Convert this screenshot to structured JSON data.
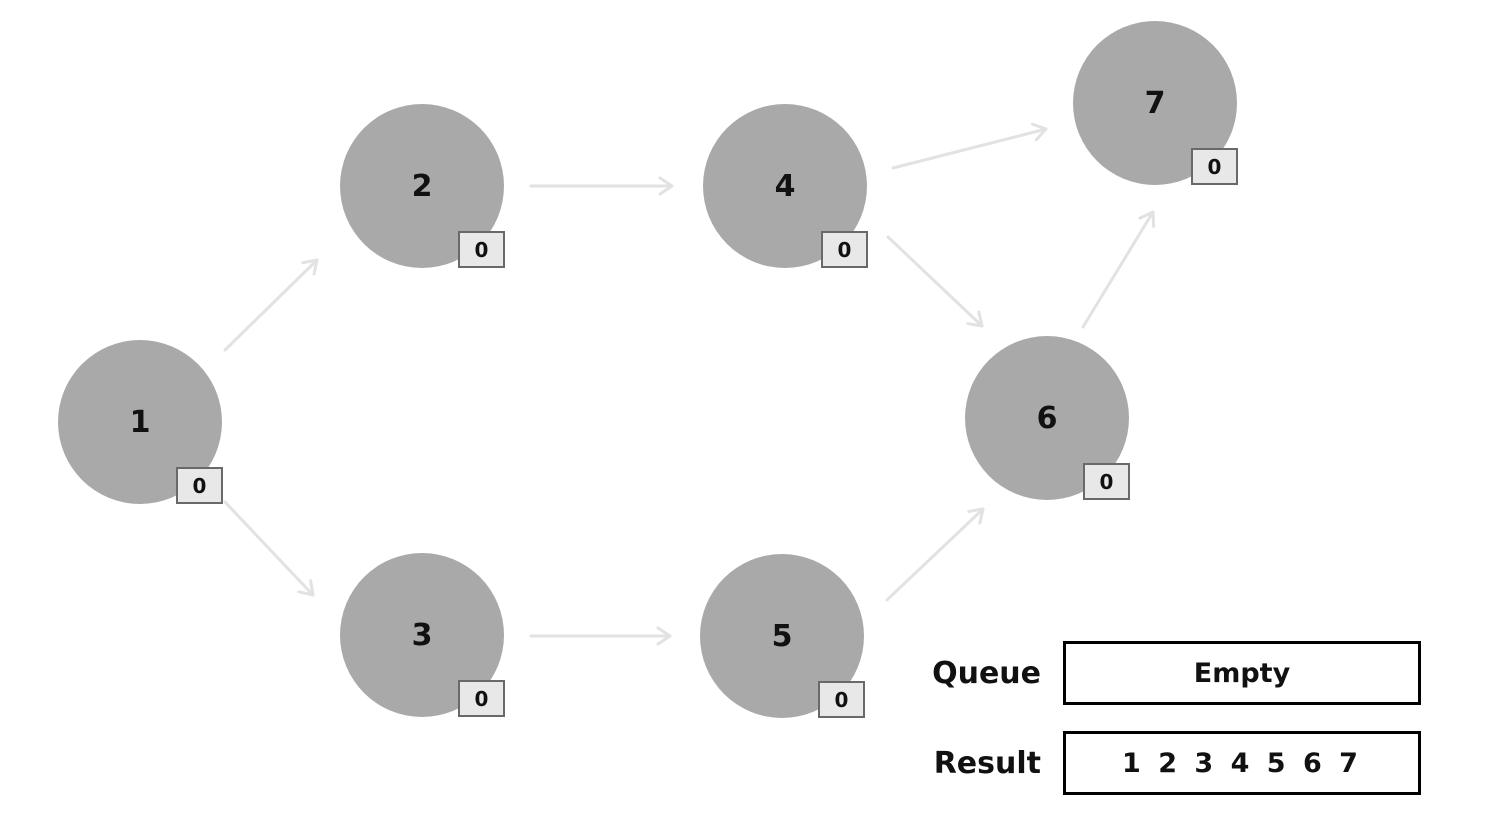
{
  "nodes": [
    {
      "label": "1",
      "badge": "0"
    },
    {
      "label": "2",
      "badge": "0"
    },
    {
      "label": "3",
      "badge": "0"
    },
    {
      "label": "4",
      "badge": "0"
    },
    {
      "label": "5",
      "badge": "0"
    },
    {
      "label": "6",
      "badge": "0"
    },
    {
      "label": "7",
      "badge": "0"
    }
  ],
  "edges": [
    {
      "from": "1",
      "to": "2"
    },
    {
      "from": "1",
      "to": "3"
    },
    {
      "from": "2",
      "to": "4"
    },
    {
      "from": "3",
      "to": "5"
    },
    {
      "from": "4",
      "to": "7"
    },
    {
      "from": "4",
      "to": "6"
    },
    {
      "from": "5",
      "to": "6"
    },
    {
      "from": "6",
      "to": "7"
    }
  ],
  "queue": {
    "label": "Queue",
    "value": "Empty"
  },
  "result": {
    "label": "Result",
    "value": "1 2 3 4 5 6 7"
  },
  "colors": {
    "node_fill": "#a9a9a9",
    "edge_arrow": "#e2e2e2",
    "badge_fill": "#e8e8e8",
    "badge_border": "#696969",
    "box_border": "#000000",
    "text": "#111111",
    "background": "#ffffff"
  }
}
